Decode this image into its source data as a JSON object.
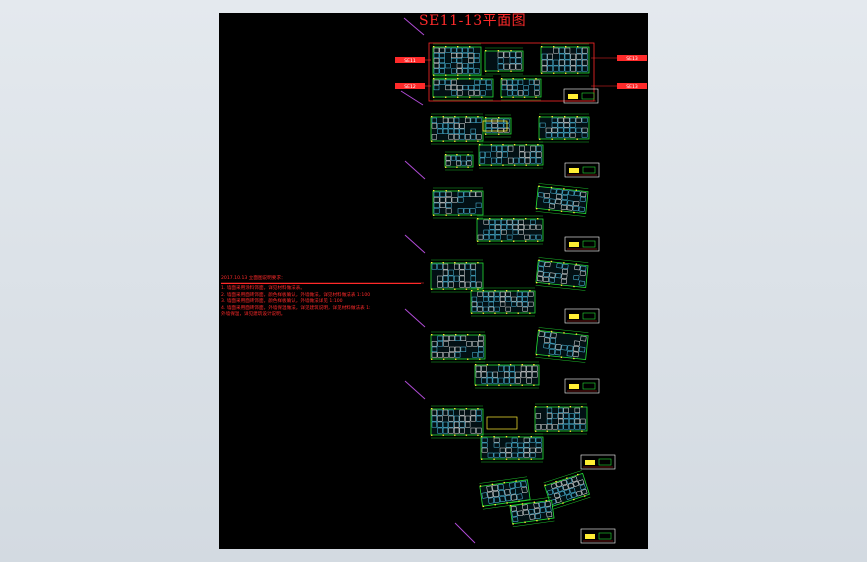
{
  "drawing": {
    "title": "SE11-13平面图",
    "notes": {
      "header": "2017.10.13 立面图说明要求：",
      "lines": [
        "1. 墙面采用涂料饰面，详见材料做法表。",
        "2. 墙面采用面砖饰面，颜色样板确认，外墙做法，详见材料做法表 1:100",
        "3. 墙面采用面砖饰面，颜色样板确认，外墙做法详见 1:100",
        "4. 墙面采用面砖饰面，外墙保温做法，详见建筑说明，详见材料做法表 1:",
        "   外墙保温，详见建筑设计说明。"
      ]
    },
    "tags": [
      {
        "side": "left",
        "text": "SE11"
      },
      {
        "side": "left",
        "text": "SE12"
      },
      {
        "side": "right",
        "text": "SE13"
      },
      {
        "side": "right",
        "text": "SE13"
      }
    ]
  }
}
